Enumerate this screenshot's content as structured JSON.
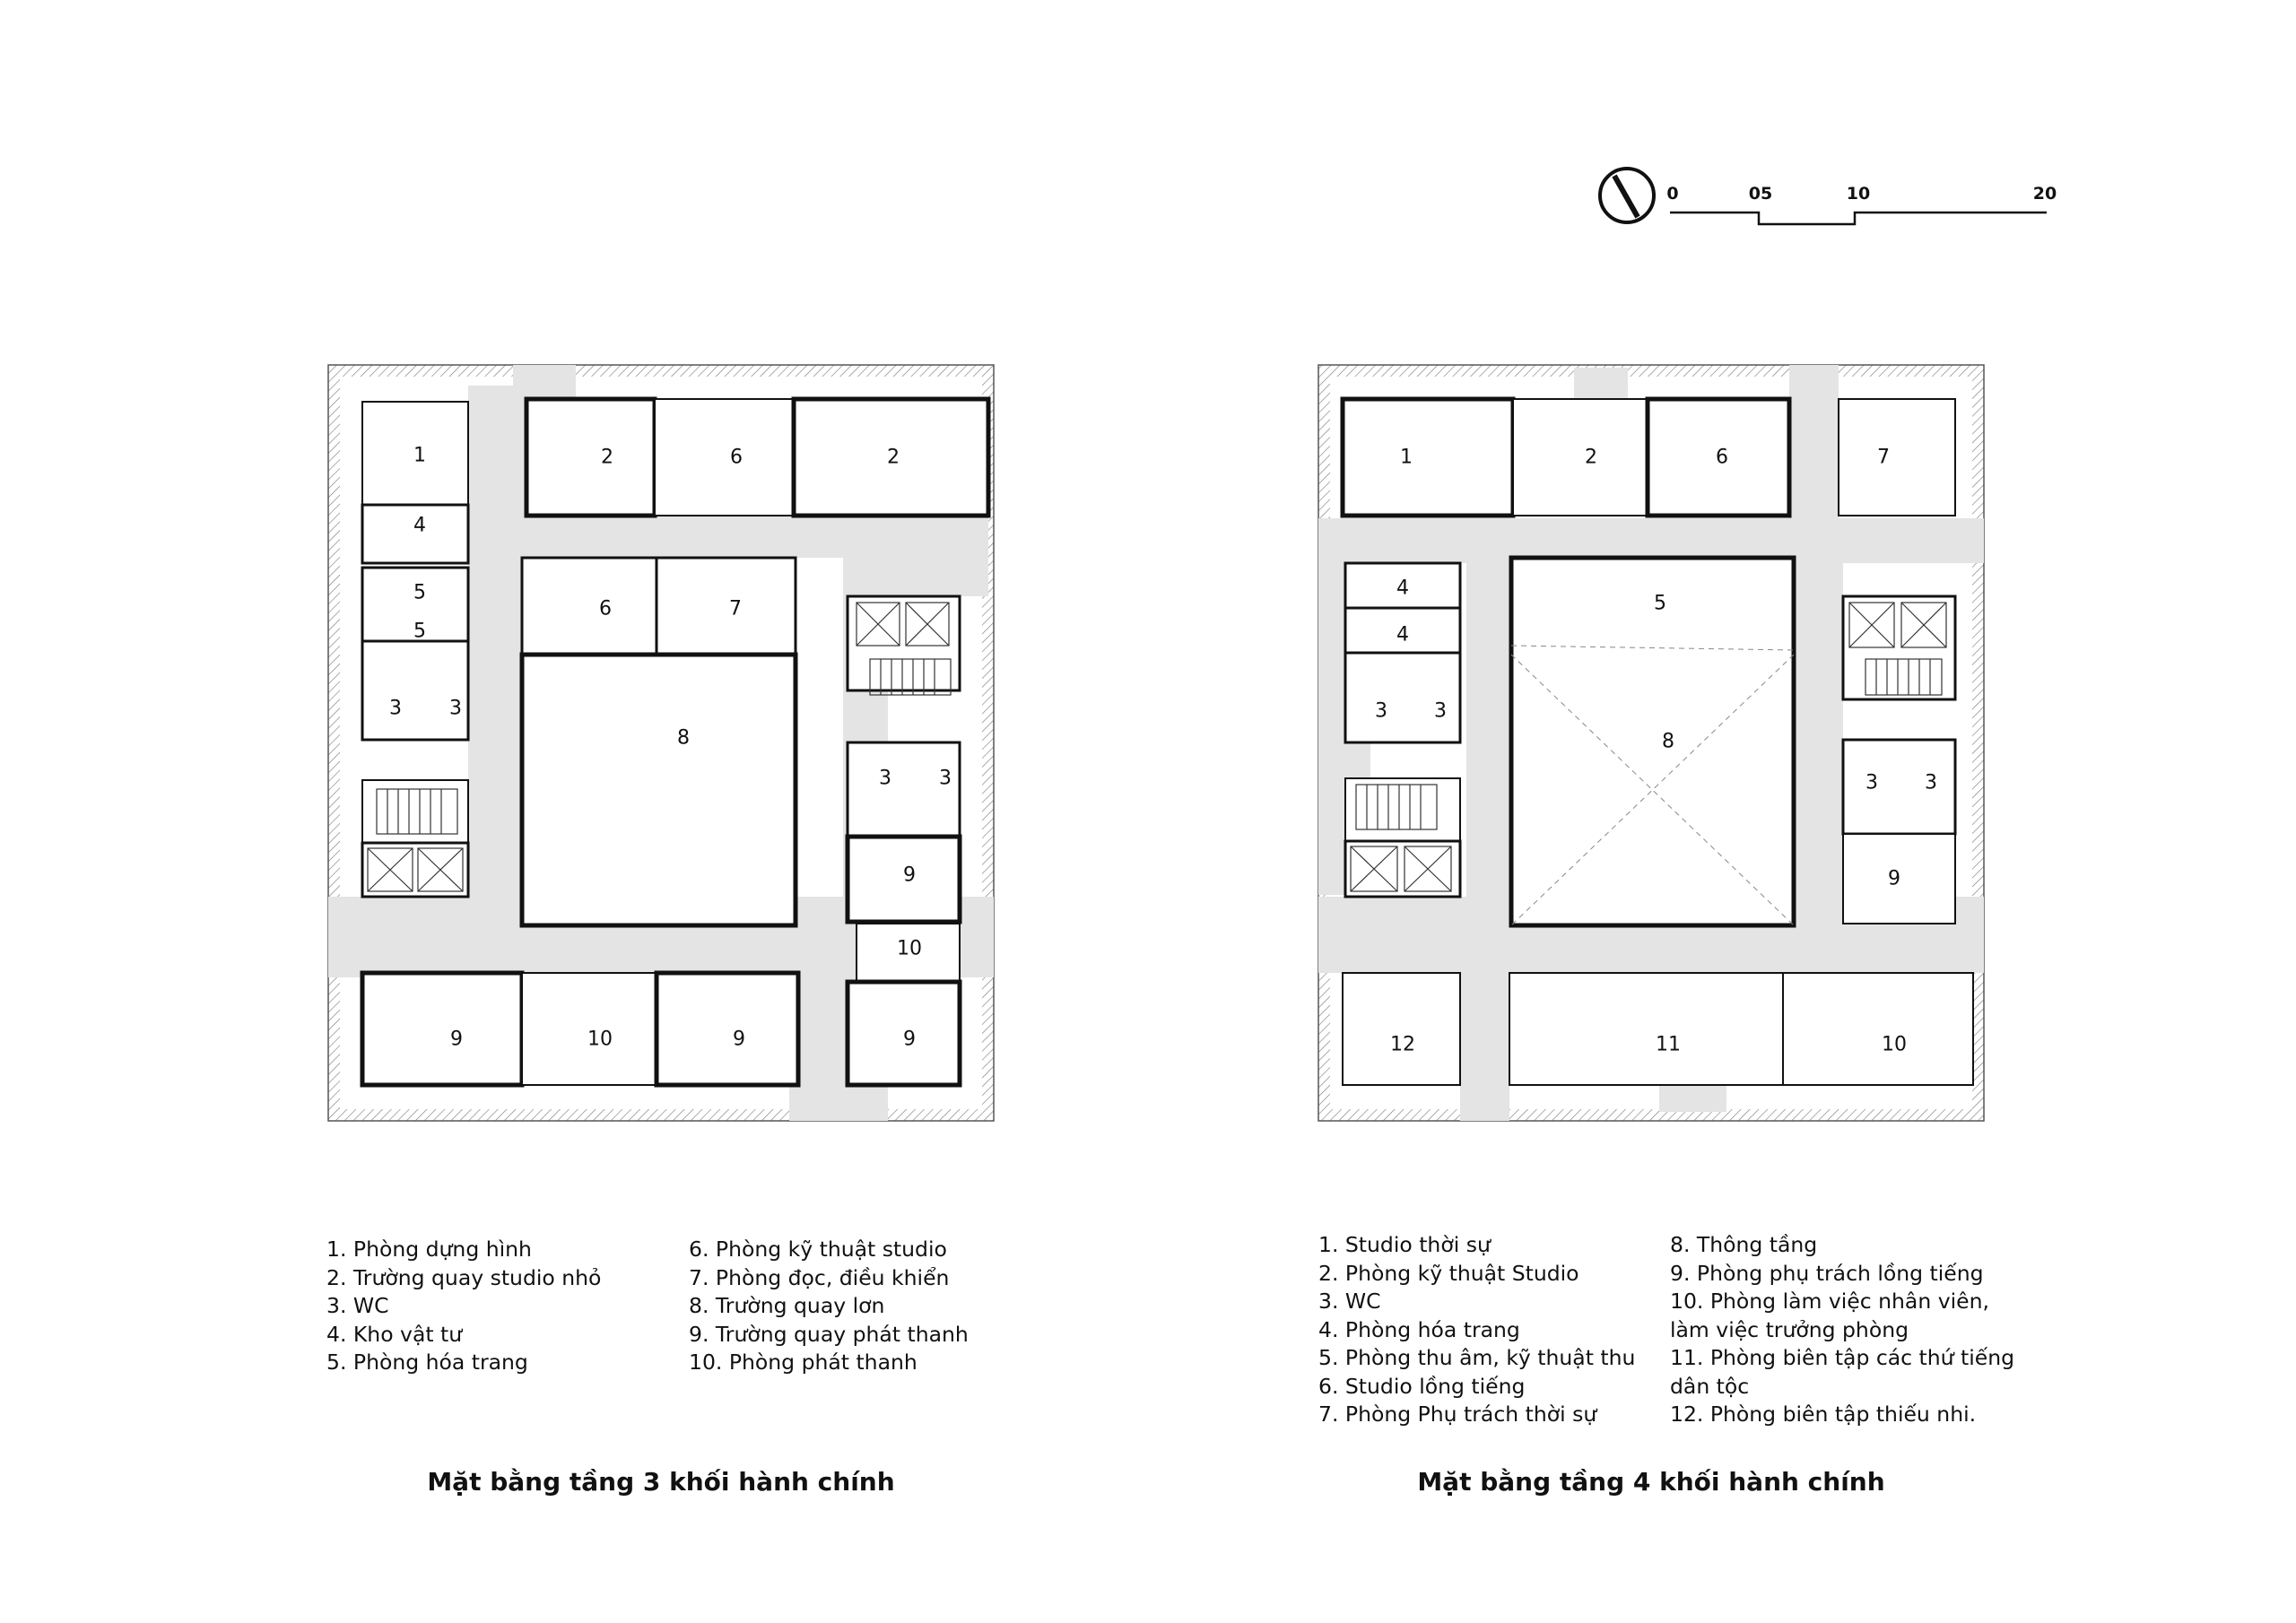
{
  "scale_bar": {
    "ticks": [
      "0",
      "05",
      "10",
      "20"
    ]
  },
  "plan3": {
    "title": "Mặt bằng tầng 3 khối hành chính",
    "legend_left": [
      "1.  Phòng dựng hình",
      "2. Trường quay studio nhỏ",
      "3. WC",
      "4. Kho vật tư",
      "5. Phòng hóa trang"
    ],
    "legend_right": [
      "6. Phòng kỹ thuật studio",
      "7. Phòng đọc, điều khiển",
      "8. Trường quay lơn",
      "9.  Trường quay phát thanh",
      "10. Phòng phát thanh"
    ],
    "labels": [
      "1",
      "2",
      "6",
      "2",
      "4",
      "5",
      "5",
      "6",
      "7",
      "3",
      "3",
      "8",
      "3",
      "3",
      "9",
      "10",
      "9",
      "10",
      "9",
      "9"
    ]
  },
  "plan4": {
    "title": "Mặt bằng tầng 4 khối hành chính",
    "legend_left": [
      "1.  Studio thời sự",
      "2. Phòng kỹ thuật Studio",
      "3. WC",
      "4. Phòng hóa trang",
      "5. Phòng thu âm, kỹ thuật thu",
      "6. Studio lồng tiếng",
      "7. Phòng Phụ trách thời sự"
    ],
    "legend_right": [
      "8. Thông tầng",
      "9.  Phòng phụ trách lồng tiếng",
      "10. Phòng làm việc nhân viên,",
      "làm việc trưởng phòng",
      "11. Phòng biên tập các thứ tiếng",
      "dân tộc",
      "12. Phòng biên tập thiếu nhi."
    ],
    "labels": [
      "1",
      "2",
      "6",
      "7",
      "5",
      "4",
      "4",
      "3",
      "3",
      "8",
      "3",
      "3",
      "9",
      "12",
      "11",
      "10"
    ]
  }
}
